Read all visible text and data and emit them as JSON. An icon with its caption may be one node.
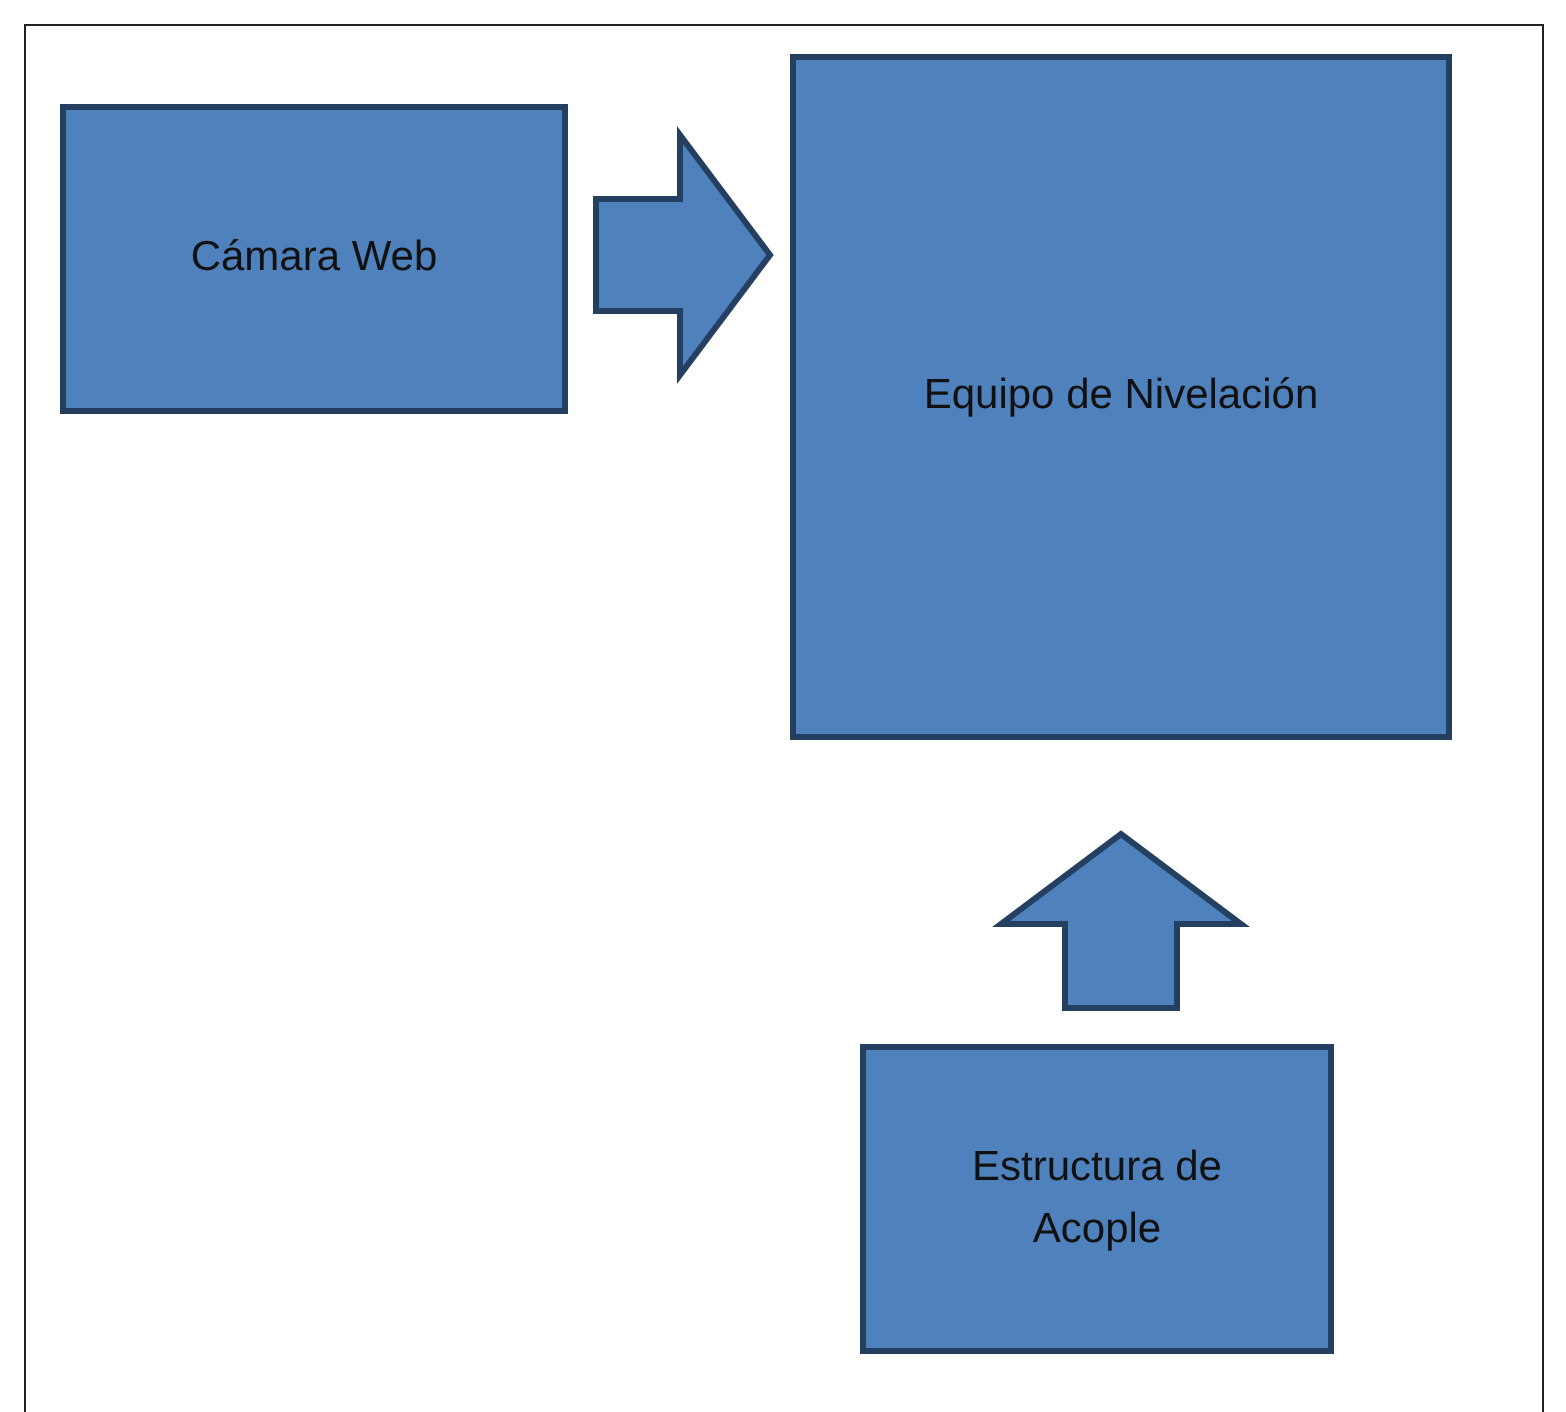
{
  "diagram": {
    "nodes": [
      {
        "text": [
          "Cámara Web"
        ]
      },
      {
        "text": [
          "Equipo de Nivelación"
        ]
      },
      {
        "text": [
          "Estructura de Acople"
        ]
      }
    ],
    "edges": [
      {
        "from": 0,
        "to": 1,
        "arrow": "to"
      },
      {
        "from": 2,
        "to": 1,
        "arrow": "to"
      }
    ]
  }
}
